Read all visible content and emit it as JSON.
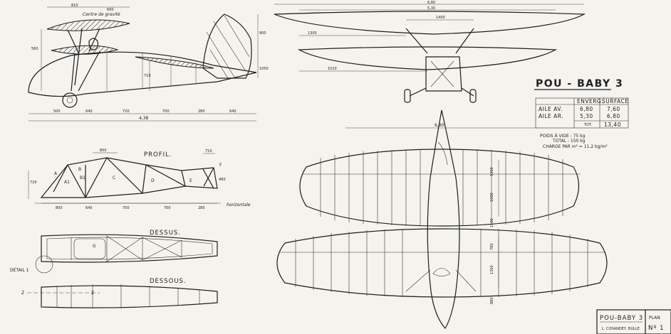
{
  "title": "POU - BABY 3",
  "cartouche": {
    "title": "POU-BABY 3",
    "author": "L. COSANDEY, BULLE",
    "plan_label": "PLAN",
    "plan_number": "Nº 1"
  },
  "specs_table": {
    "headers": [
      "ENVERG.",
      "SURFACE"
    ],
    "rows": [
      {
        "label": "AILE AV.",
        "span": "6,80",
        "surface": "7,60"
      },
      {
        "label": "AILE AR.",
        "span": "5,30",
        "surface": "6,80"
      }
    ],
    "total_label": "TOT.",
    "total_surface": "13,40"
  },
  "weights": {
    "empty": "POIDS À VIDE : 75 kg",
    "total": "TOTAL : 150 kg",
    "load": "CHARGE PAR m² = 11,2 kg/m²"
  },
  "side_view": {
    "annotation": "Centre de gravité",
    "top_dims": [
      "810",
      "600"
    ],
    "bottom_dims": [
      "500",
      "640",
      "720",
      "700",
      "280",
      "640"
    ],
    "total": "4,38",
    "vertical_dims": [
      "560",
      "710",
      "900",
      "1050"
    ]
  },
  "front_view": {
    "dims": [
      "6,80",
      "5,30",
      "1400",
      "1300",
      "1010"
    ]
  },
  "profil": {
    "label": "PROFIL.",
    "letters": [
      "A",
      "A1",
      "B",
      "B1",
      "C",
      "D",
      "E",
      "F"
    ],
    "dims_top": [
      "800",
      "710"
    ],
    "dims_bottom": [
      "800",
      "640",
      "700",
      "700",
      "280"
    ],
    "vertical_dims": [
      "720",
      "480"
    ],
    "horizontal_label": "horizontale"
  },
  "dessus": {
    "label": "DESSUS.",
    "letter": "G",
    "detail": "DÉTAIL 1"
  },
  "dessous": {
    "label": "DESSOUS.",
    "section": "Z"
  },
  "plan_view": {
    "span_label": "6,80",
    "chord_dims": [
      "1300",
      "1000",
      "1100",
      "780",
      "1300",
      "880"
    ]
  }
}
